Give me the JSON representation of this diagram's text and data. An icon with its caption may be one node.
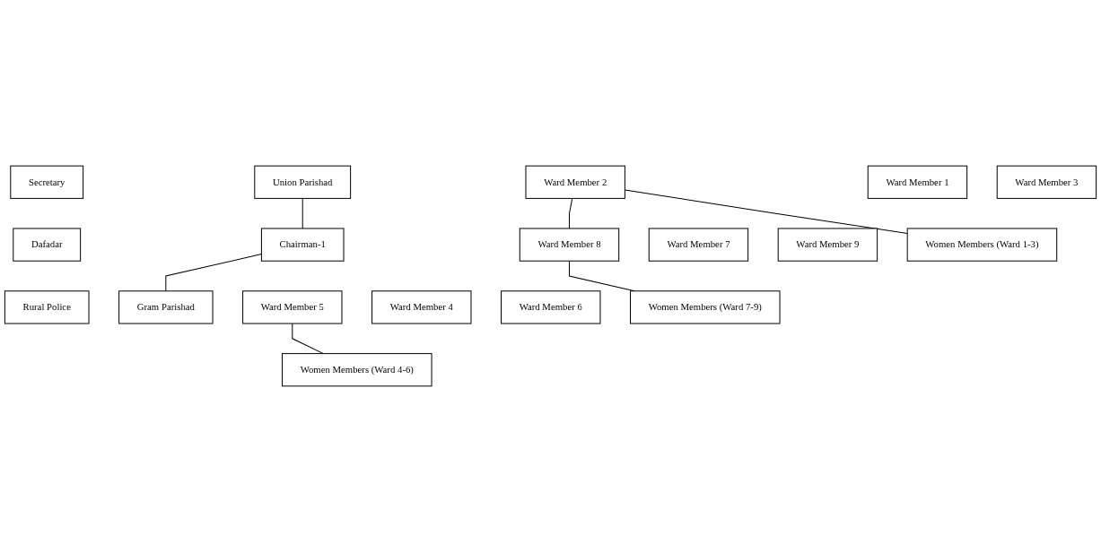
{
  "diagram": {
    "nodes": [
      {
        "text": [
          "Union Parishad"
        ]
      },
      {
        "text": [
          "Secretary"
        ]
      },
      {
        "text": [
          "Dafadar"
        ]
      },
      {
        "text": [
          "Rural Police"
        ]
      },
      {
        "text": [
          "Chairman-1"
        ]
      },
      {
        "text": [
          "Gram Parishad"
        ]
      },
      {
        "text": [
          "Ward Member 1"
        ]
      },
      {
        "text": [
          "Ward Member 2"
        ]
      },
      {
        "text": [
          "Ward Member 3"
        ]
      },
      {
        "text": [
          "Ward Member 4"
        ]
      },
      {
        "text": [
          "Ward Member 5"
        ]
      },
      {
        "text": [
          "Ward Member 6"
        ]
      },
      {
        "text": [
          "Ward Member 7"
        ]
      },
      {
        "text": [
          "Ward Member 8"
        ]
      },
      {
        "text": [
          "Ward Member 9"
        ]
      },
      {
        "text": [
          "Women Members (Ward 1-3)"
        ]
      },
      {
        "text": [
          "Women Members (Ward 4-6)"
        ]
      },
      {
        "text": [
          "Women Members (Ward 7-9)"
        ]
      }
    ],
    "edges": [
      {
        "from": 0,
        "to": 4,
        "arrow": "none"
      },
      {
        "from": 4,
        "to": 5,
        "arrow": "none"
      },
      {
        "from": 7,
        "to": 13,
        "arrow": "none"
      },
      {
        "from": 7,
        "to": 15,
        "arrow": "none"
      },
      {
        "from": 10,
        "to": 16,
        "arrow": "none"
      },
      {
        "from": 13,
        "to": 17,
        "arrow": "none"
      }
    ]
  }
}
